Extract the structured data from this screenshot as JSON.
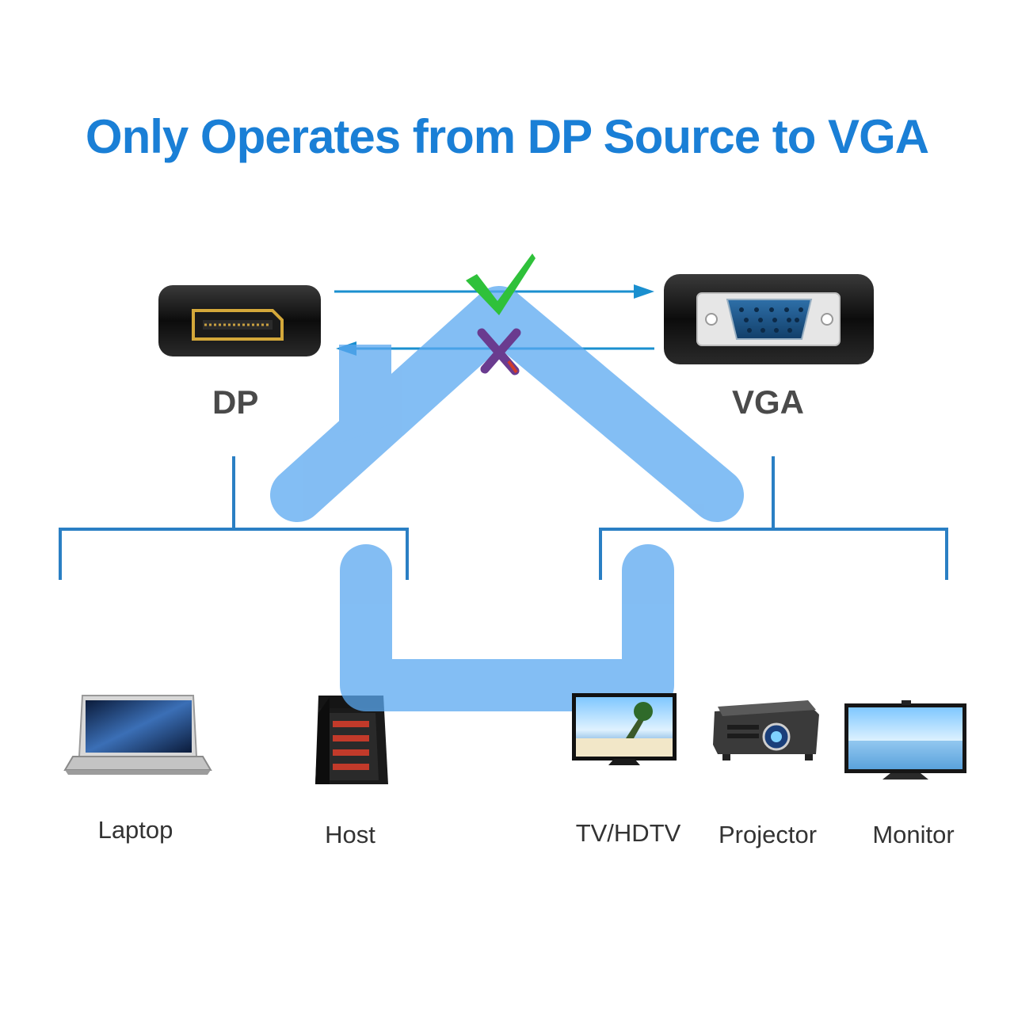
{
  "title": "Only Operates from DP Source to VGA",
  "ports": {
    "dp_label": "DP",
    "vga_label": "VGA"
  },
  "devices": {
    "source": [
      {
        "label": "Laptop",
        "icon": "laptop-icon"
      },
      {
        "label": "Host",
        "icon": "desktop-tower-icon"
      }
    ],
    "display": [
      {
        "label": "TV/HDTV",
        "icon": "tv-icon"
      },
      {
        "label": "Projector",
        "icon": "projector-icon"
      },
      {
        "label": "Monitor",
        "icon": "monitor-icon"
      }
    ]
  },
  "icons": {
    "check": "check-mark-icon",
    "cross": "cross-mark-icon",
    "watermark": "house-watermark-icon"
  },
  "colors": {
    "title": "#1a7fd6",
    "arrow": "#1a8fcf",
    "bracket": "#2a7fc4",
    "house": "#5aa8f0",
    "check": "#2fc13a",
    "cross": "#6a3b8f"
  }
}
